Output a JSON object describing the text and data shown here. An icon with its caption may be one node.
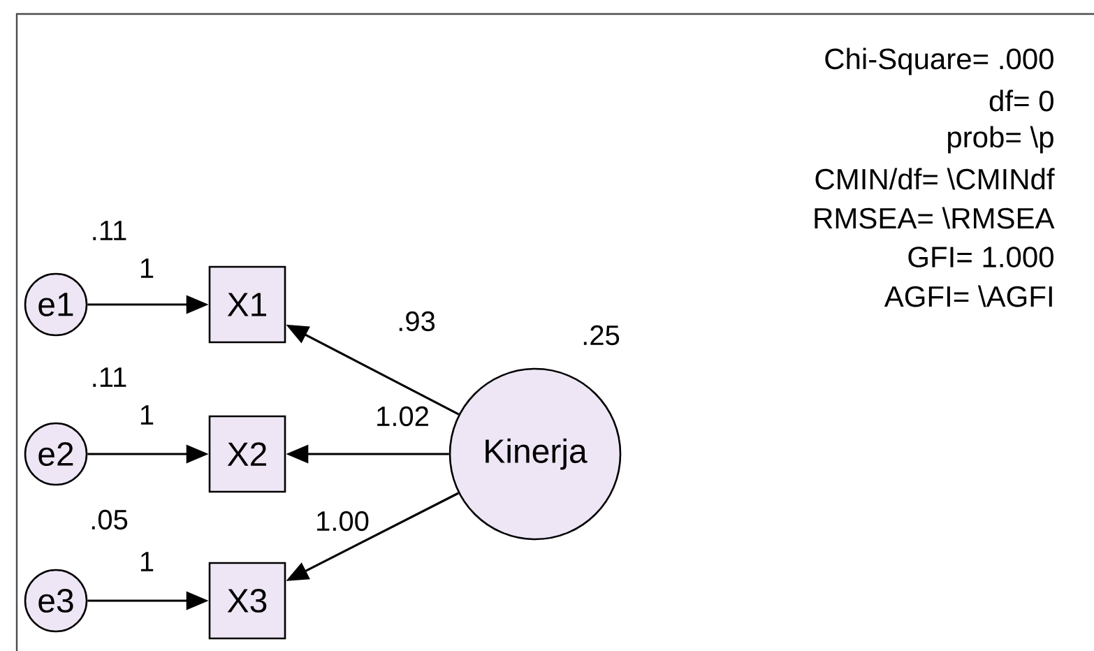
{
  "diagram": {
    "nodes": [
      {
        "text": [
          "e1"
        ],
        "beside": [
          ".11"
        ]
      },
      {
        "text": [
          "e2"
        ],
        "beside": [
          ".11"
        ]
      },
      {
        "text": [
          "e3"
        ],
        "beside": [
          ".05"
        ]
      },
      {
        "text": [
          "X1"
        ]
      },
      {
        "text": [
          "X2"
        ]
      },
      {
        "text": [
          "X3"
        ]
      },
      {
        "text": [
          "Kinerja"
        ],
        "beside": [
          ".25"
        ]
      }
    ],
    "edges": [
      {
        "from": 0,
        "to": 3,
        "arrow": "to",
        "label": "1"
      },
      {
        "from": 1,
        "to": 4,
        "arrow": "to",
        "label": "1"
      },
      {
        "from": 2,
        "to": 5,
        "arrow": "to",
        "label": "1"
      },
      {
        "from": 6,
        "to": 3,
        "arrow": "to",
        "label": ".93"
      },
      {
        "from": 6,
        "to": 4,
        "arrow": "to",
        "label": "1.02"
      },
      {
        "from": 6,
        "to": 5,
        "arrow": "to",
        "label": "1.00"
      }
    ],
    "labels": [
      "Chi-Square= .000",
      "df= 0",
      "prob= \\p",
      "CMIN/df= \\CMINdf",
      "RMSEA= \\RMSEA",
      "GFI= 1.000",
      "AGFI= \\AGFI"
    ]
  }
}
